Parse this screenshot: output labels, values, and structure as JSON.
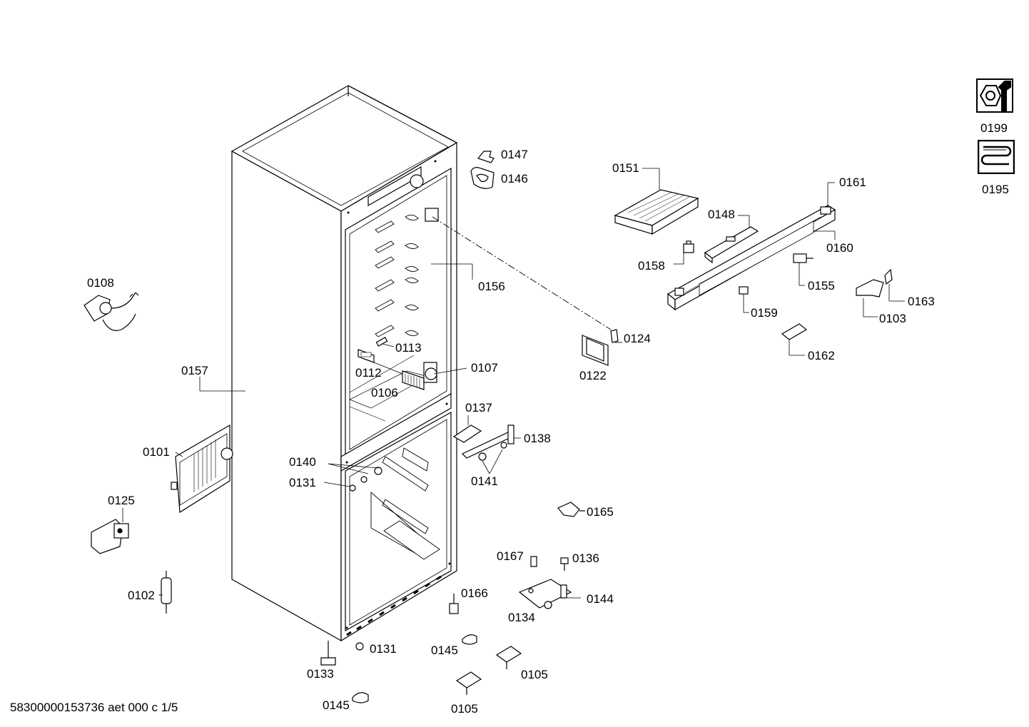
{
  "footer": "58300000153736 aet 000 c 1/5",
  "icons": {
    "service": {
      "label": "0199",
      "icon": "wrench-nut-icon"
    },
    "coil": {
      "label": "0195",
      "icon": "coil-icon"
    }
  },
  "parts": {
    "p0147": "0147",
    "p0146": "0146",
    "p0151": "0151",
    "p0161": "0161",
    "p0148": "0148",
    "p0160": "0160",
    "p0158": "0158",
    "p0155": "0155",
    "p0156": "0156",
    "p0163": "0163",
    "p0103": "0103",
    "p0159": "0159",
    "p0108": "0108",
    "p0124": "0124",
    "p0113": "0113",
    "p0162": "0162",
    "p0157": "0157",
    "p0112": "0112",
    "p0107": "0107",
    "p0122": "0122",
    "p0106": "0106",
    "p0137": "0137",
    "p0138": "0138",
    "p0101": "0101",
    "p0140": "0140",
    "p0141": "0141",
    "p0131a": "0131",
    "p0125": "0125",
    "p0165": "0165",
    "p0167": "0167",
    "p0136": "0136",
    "p0102": "0102",
    "p0166": "0166",
    "p0144": "0144",
    "p0134": "0134",
    "p0145a": "0145",
    "p0131b": "0131",
    "p0133": "0133",
    "p0105a": "0105",
    "p0145b": "0145",
    "p0105b": "0105"
  }
}
